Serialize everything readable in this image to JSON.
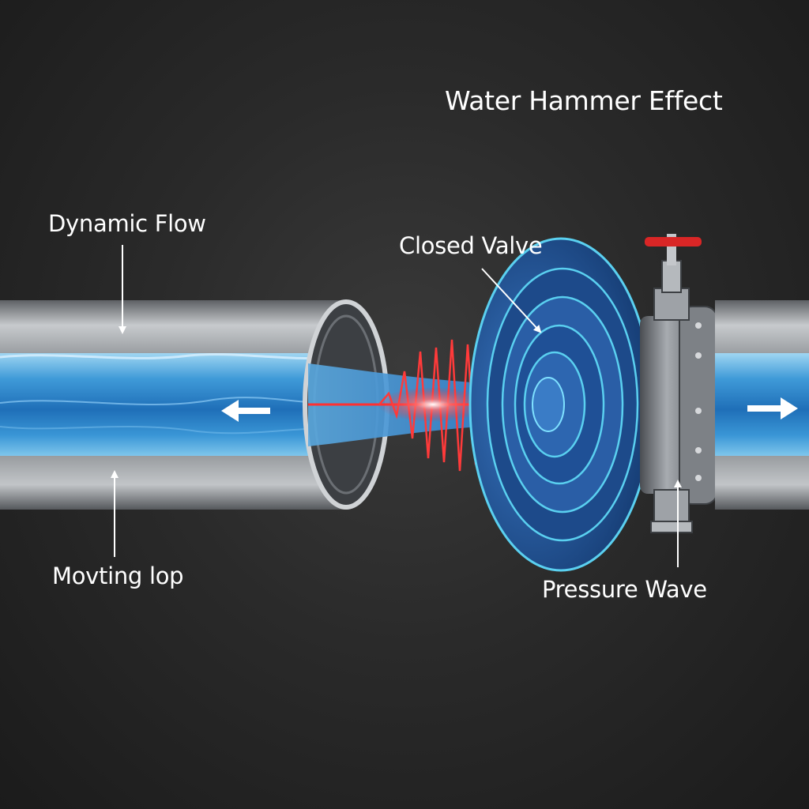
{
  "title": "Water Hammer Effect",
  "labels": {
    "dynamic_flow": "Dynamic Flow",
    "closed_valve": "Closed Valve",
    "moving_loop": "Movting lop",
    "pressure_wave": "Pressure Wave"
  },
  "colors": {
    "background": "#262626",
    "pipe": "#b9bcc0",
    "water": "#2f8fd4",
    "pressure_rings": "#1f4f98",
    "ring_outline": "#5ad0f0",
    "shock_wave": "#ff2a2a",
    "valve_handle": "#d92626",
    "arrow": "#ffffff"
  },
  "icons": {
    "flow_left": "left-arrow-icon",
    "flow_right": "right-arrow-icon"
  }
}
